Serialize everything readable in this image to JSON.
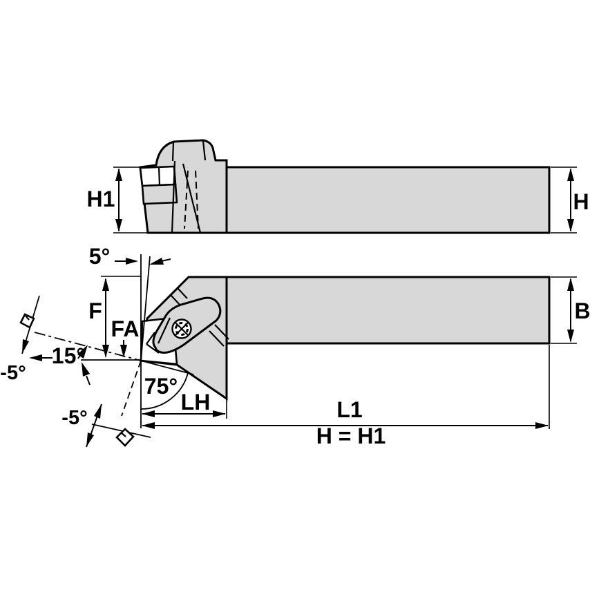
{
  "colors": {
    "background": "#ffffff",
    "body_fill": "#d8d8d8",
    "line_color": "#000000"
  },
  "labels": {
    "h1": "H1",
    "h": "H",
    "deg5": "5°",
    "f": "F",
    "fa": "FA",
    "deg15": "15°",
    "neg5_side": "-5°",
    "deg75": "75°",
    "lh": "LH",
    "neg5_bottom": "-5°",
    "b": "B",
    "l1": "L1",
    "h_eq_h1": "H = H1"
  }
}
